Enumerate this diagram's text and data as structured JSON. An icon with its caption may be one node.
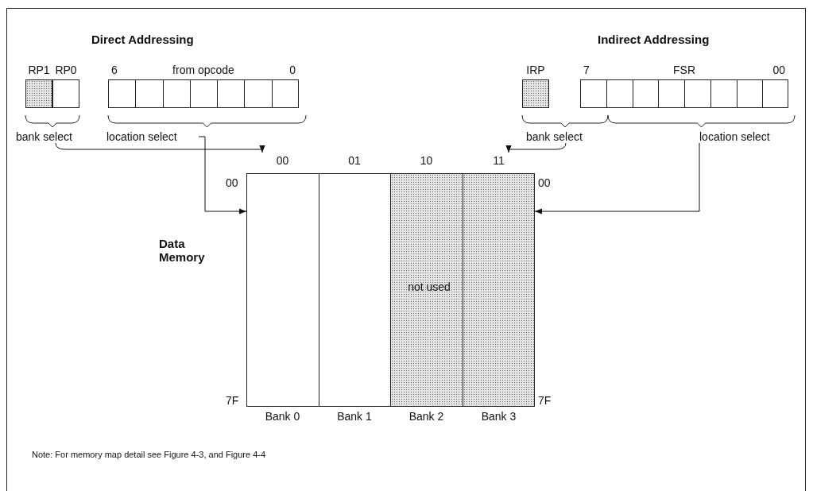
{
  "diagram": {
    "nodes": [
      {
        "text": [
          "RP1"
        ]
      },
      {
        "text": [
          "RP0"
        ]
      },
      {
        "text": [
          "6",
          "from opcode",
          "0"
        ]
      },
      {
        "text": [
          "bank select"
        ]
      },
      {
        "text": [
          "location select"
        ]
      },
      {
        "text": [
          "IRP"
        ]
      },
      {
        "text": [
          "7",
          "FSR",
          "00"
        ]
      },
      {
        "text": [
          "bank select"
        ]
      },
      {
        "text": [
          "location select"
        ]
      },
      {
        "text": [
          "00",
          "Bank 0"
        ],
        "beside": [
          "00",
          "7F"
        ]
      },
      {
        "text": [
          "01",
          "Bank 1"
        ]
      },
      {
        "text": [
          "10",
          "Bank 2"
        ]
      },
      {
        "text": [
          "11",
          "Bank 3"
        ],
        "beside": [
          "00",
          "7F"
        ]
      }
    ],
    "edges": [
      {
        "from": 3,
        "to": 9,
        "arrow": "to"
      },
      {
        "from": 4,
        "to": 9,
        "arrow": "to"
      },
      {
        "from": 7,
        "to": 12,
        "arrow": "to"
      },
      {
        "from": 8,
        "to": 12,
        "arrow": "to"
      }
    ],
    "labels": [
      "Direct Addressing",
      "Indirect Addressing",
      "Data Memory",
      "not used",
      "Note: For memory map detail see Figure 4-3, and Figure 4-4"
    ]
  }
}
